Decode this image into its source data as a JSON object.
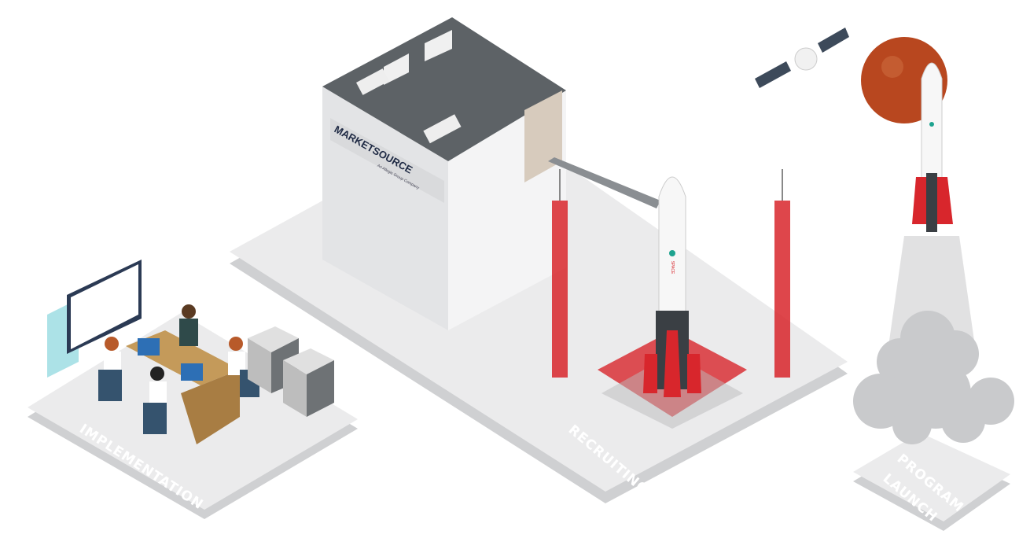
{
  "stages": [
    {
      "label": "IMPLEMENTATION"
    },
    {
      "label": "RECRUITING"
    },
    {
      "label_line1": "PROGRAM",
      "label_line2": "LAUNCH"
    }
  ],
  "building": {
    "logo_text": "MARKETSOURCE",
    "logo_sub": "An Allegis Group Company"
  },
  "rocket": {
    "text": "SPACE"
  },
  "colors": {
    "platform": "#e9eaeb",
    "platform_side": "#cfd0d2",
    "accent_red": "#d8262c",
    "dark": "#3a3f44",
    "mars": "#b8471f"
  }
}
